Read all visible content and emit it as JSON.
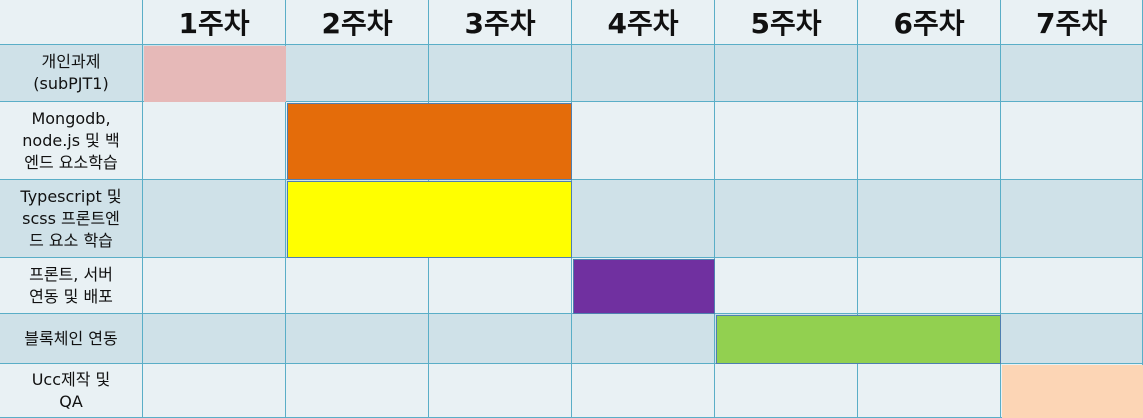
{
  "weeks": [
    "1주차",
    "2주차",
    "3주차",
    "4주차",
    "5주차",
    "6주차",
    "7주차"
  ],
  "tasks": [
    {
      "label": "개인과제\n(subPJT1)",
      "start": 1,
      "end": 1,
      "color": "#e6b9b8",
      "stripe": "#cfe1e8"
    },
    {
      "label": "Mongodb,\nnode.js 및 백\n엔드 요소학습",
      "start": 2,
      "end": 3,
      "color": "#e46c0a",
      "stripe": "#e9f1f4"
    },
    {
      "label": "Typescript 및\nscss 프론트엔\n드 요소 학습",
      "start": 2,
      "end": 3,
      "color": "#ffff00",
      "stripe": "#cfe1e8"
    },
    {
      "label": "프론트, 서버\n연동 및 배포",
      "start": 4,
      "end": 4,
      "color": "#7030a0",
      "stripe": "#e9f1f4"
    },
    {
      "label": "블록체인 연동",
      "start": 5,
      "end": 6,
      "color": "#92d050",
      "stripe": "#cfe1e8"
    },
    {
      "label": "Ucc제작 및\nQA",
      "start": 7,
      "end": 7,
      "color": "#fcd5b5",
      "stripe": "#e9f1f4"
    }
  ]
}
